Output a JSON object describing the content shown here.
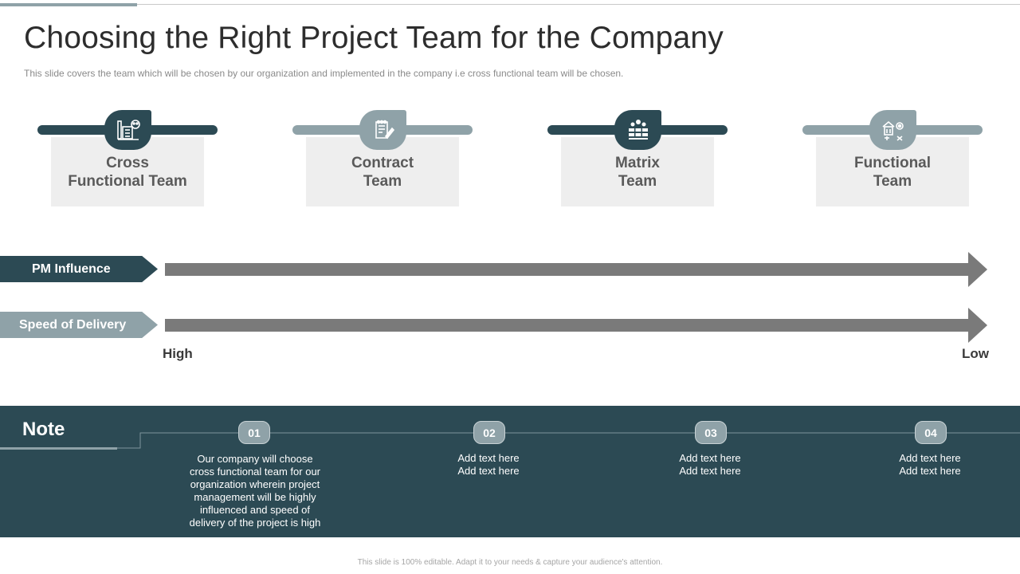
{
  "slide": {
    "title": "Choosing the Right Project Team for the Company",
    "subtitle": "This slide covers the team which will be chosen by our organization and implemented in the company i.e cross functional team will be chosen.",
    "footer": "This slide is 100% editable.  Adapt it to your needs & capture your audience's attention."
  },
  "teams": [
    {
      "label": "Cross\nFunctional Team",
      "icon": "org-chart-icon"
    },
    {
      "label": "Contract\nTeam",
      "icon": "contract-signing-icon"
    },
    {
      "label": "Matrix\nTeam",
      "icon": "team-group-icon"
    },
    {
      "label": "Functional\nTeam",
      "icon": "building-gears-icon"
    }
  ],
  "scale": {
    "rows": [
      "PM Influence",
      "Speed of Delivery"
    ],
    "high_label": "High",
    "low_label": "Low"
  },
  "note": {
    "title": "Note",
    "steps": [
      {
        "number": "01",
        "text": "Our company will choose\ncross functional team for our\norganization wherein project\nmanagement will be highly\ninfluenced and speed of\ndelivery of the project is high"
      },
      {
        "number": "02",
        "text": "Add text here\nAdd text here"
      },
      {
        "number": "03",
        "text": "Add text here\nAdd text here"
      },
      {
        "number": "04",
        "text": "Add text here\nAdd text here"
      }
    ]
  },
  "colors": {
    "dark_teal": "#2c4a54",
    "slate_gray": "#8fa2a8",
    "arrow_gray": "#7a7a7a",
    "card_bg": "#eeeeee"
  }
}
